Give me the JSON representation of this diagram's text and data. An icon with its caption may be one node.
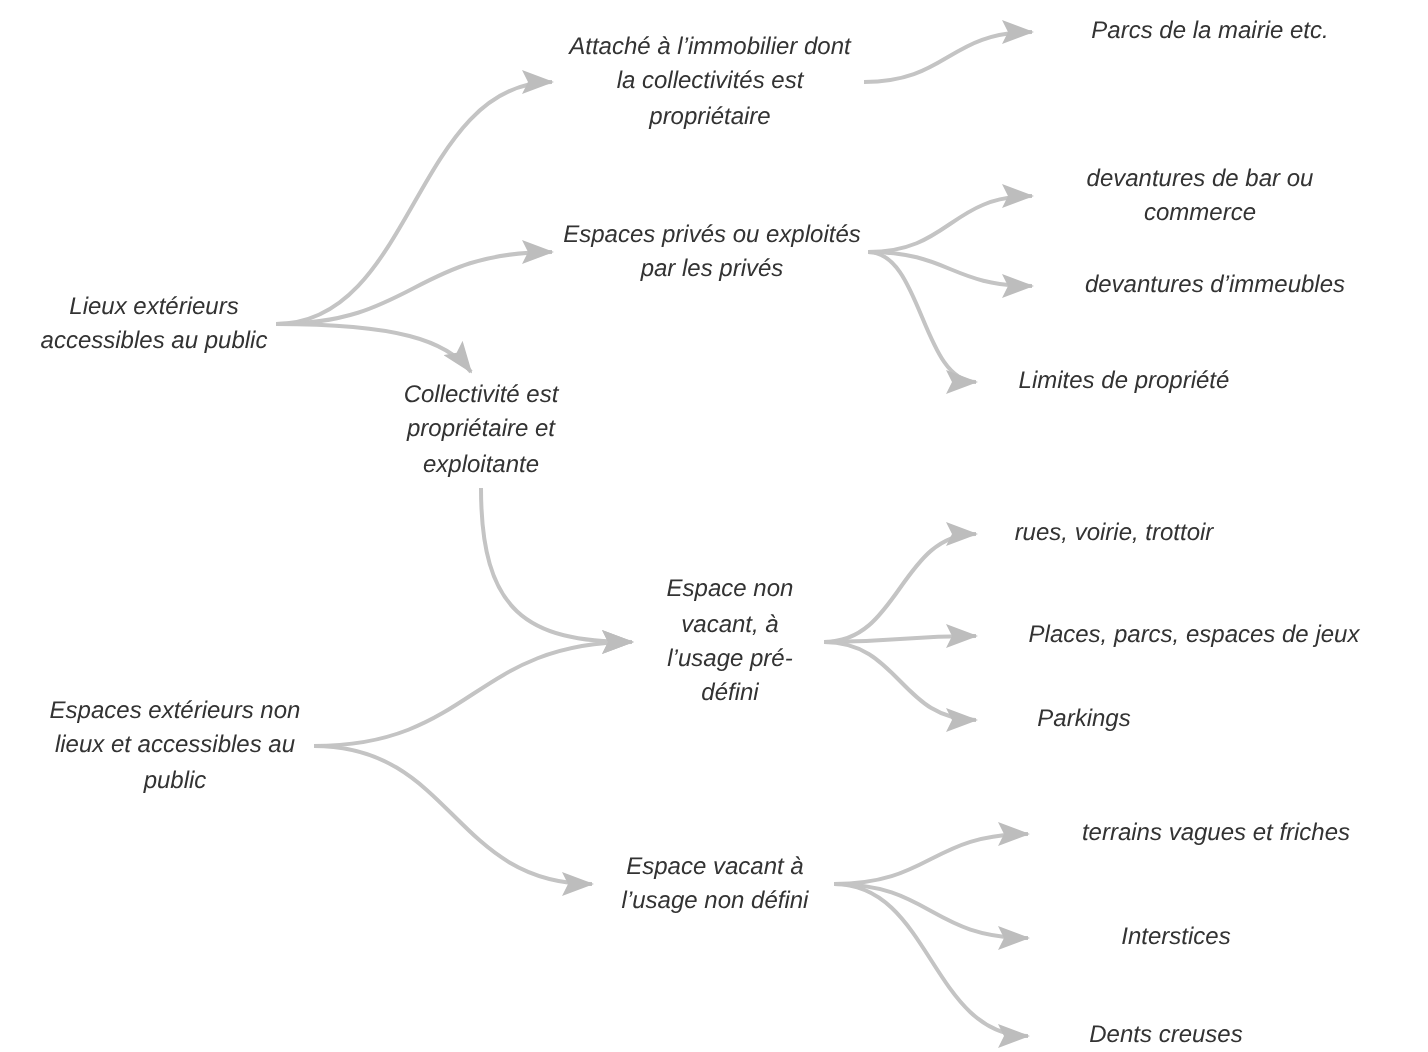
{
  "diagram": {
    "nodes": [
      {
        "text": [
          "Lieux extérieurs accessibles au public"
        ]
      },
      {
        "text": [
          "Attaché à l’immobilier dont la collectivités est propriétaire"
        ]
      },
      {
        "text": [
          "Parcs de la mairie etc."
        ]
      },
      {
        "text": [
          "Espaces privés ou exploités par les privés"
        ]
      },
      {
        "text": [
          "devantures de bar ou commerce"
        ]
      },
      {
        "text": [
          "devantures d’immeubles"
        ]
      },
      {
        "text": [
          "Limites de propriété"
        ]
      },
      {
        "text": [
          "Collectivité est propriétaire et exploitante"
        ]
      },
      {
        "text": [
          "Espaces extérieurs non lieux et accessibles au public"
        ]
      },
      {
        "text": [
          "Espace non vacant, à l’usage pré-défini"
        ]
      },
      {
        "text": [
          "rues, voirie, trottoir"
        ]
      },
      {
        "text": [
          "Places, parcs, espaces de jeux"
        ]
      },
      {
        "text": [
          "Parkings"
        ]
      },
      {
        "text": [
          "Espace vacant à l’usage non défini"
        ]
      },
      {
        "text": [
          "terrains vagues et friches"
        ]
      },
      {
        "text": [
          "Interstices"
        ]
      },
      {
        "text": [
          "Dents creuses"
        ]
      }
    ],
    "edges": [
      {
        "from": 0,
        "to": 1,
        "arrow": "to"
      },
      {
        "from": 0,
        "to": 3,
        "arrow": "to"
      },
      {
        "from": 0,
        "to": 7,
        "arrow": "to"
      },
      {
        "from": 1,
        "to": 2,
        "arrow": "to"
      },
      {
        "from": 3,
        "to": 4,
        "arrow": "to"
      },
      {
        "from": 3,
        "to": 5,
        "arrow": "to"
      },
      {
        "from": 3,
        "to": 6,
        "arrow": "to"
      },
      {
        "from": 7,
        "to": 9,
        "arrow": "to"
      },
      {
        "from": 8,
        "to": 9,
        "arrow": "to"
      },
      {
        "from": 8,
        "to": 13,
        "arrow": "to"
      },
      {
        "from": 9,
        "to": 10,
        "arrow": "to"
      },
      {
        "from": 9,
        "to": 11,
        "arrow": "to"
      },
      {
        "from": 9,
        "to": 12,
        "arrow": "to"
      },
      {
        "from": 13,
        "to": 14,
        "arrow": "to"
      },
      {
        "from": 13,
        "to": 15,
        "arrow": "to"
      },
      {
        "from": 13,
        "to": 16,
        "arrow": "to"
      }
    ]
  }
}
